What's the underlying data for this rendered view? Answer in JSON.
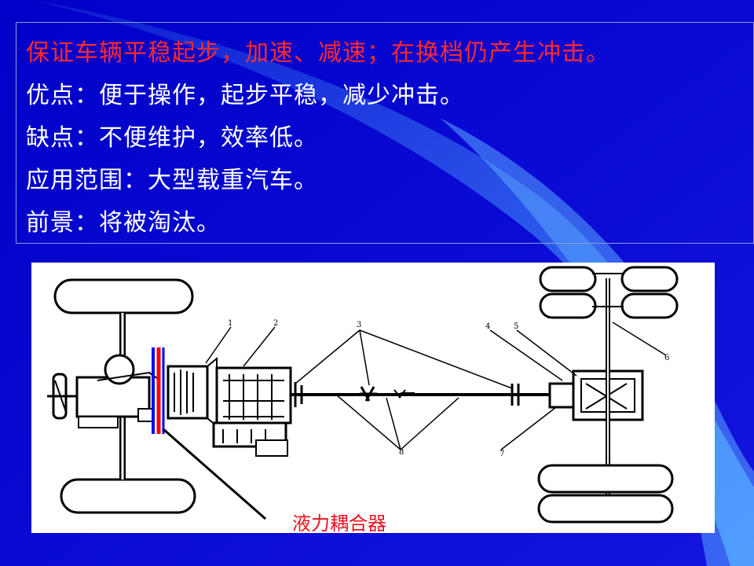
{
  "slide": {
    "lines": [
      "保证车辆平稳起步，加速、减速；在换档仍产生冲击。",
      "优点：便于操作，起步平稳，减少冲击。",
      "缺点：不便维护，效率低。",
      "应用范围：大型载重汽车。",
      "前景：将被淘汰。"
    ],
    "highlight_color": "#ff2a2a",
    "text_color": "#ffffff"
  },
  "diagram": {
    "callouts": [
      "1",
      "2",
      "3",
      "4",
      "5",
      "6",
      "7",
      "8"
    ],
    "caption": "液力耦合器",
    "caption_color": "#e8141e",
    "coupler_colors": [
      "#ff0000",
      "#0000ff"
    ]
  }
}
